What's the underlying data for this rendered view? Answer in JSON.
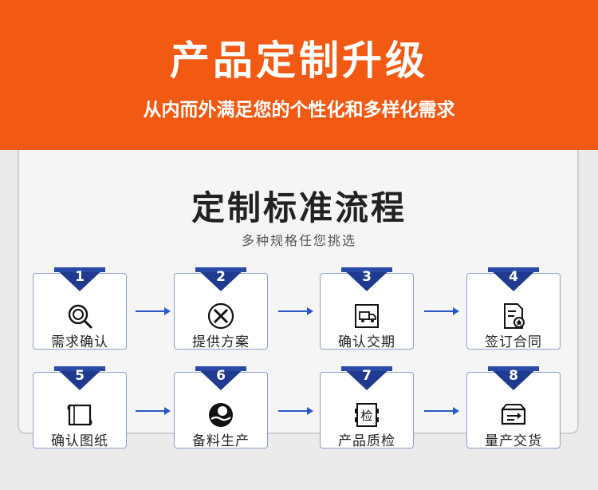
{
  "header": {
    "title": "产品定制升级",
    "subtitle": "从内而外满足您的个性化和多样化需求"
  },
  "process": {
    "title": "定制标准流程",
    "subtitle": "多种规格任您挑选",
    "steps": [
      {
        "number": "1",
        "label": "需求确认",
        "icon": "search-document-icon"
      },
      {
        "number": "2",
        "label": "提供方案",
        "icon": "tools-icon"
      },
      {
        "number": "3",
        "label": "确认交期",
        "icon": "delivery-truck-icon"
      },
      {
        "number": "4",
        "label": "签订合同",
        "icon": "contract-icon"
      },
      {
        "number": "5",
        "label": "确认图纸",
        "icon": "blueprint-icon"
      },
      {
        "number": "6",
        "label": "备料生产",
        "icon": "hand-material-icon"
      },
      {
        "number": "7",
        "label": "产品质检",
        "icon": "inspection-icon"
      },
      {
        "number": "8",
        "label": "量产交货",
        "icon": "box-delivery-icon"
      }
    ],
    "stamp_text": "检"
  },
  "colors": {
    "header_bg": "#f25a14",
    "badge": "#1f3a8f",
    "arrow": "#2b58c9",
    "card_border": "#8aa0c8"
  }
}
